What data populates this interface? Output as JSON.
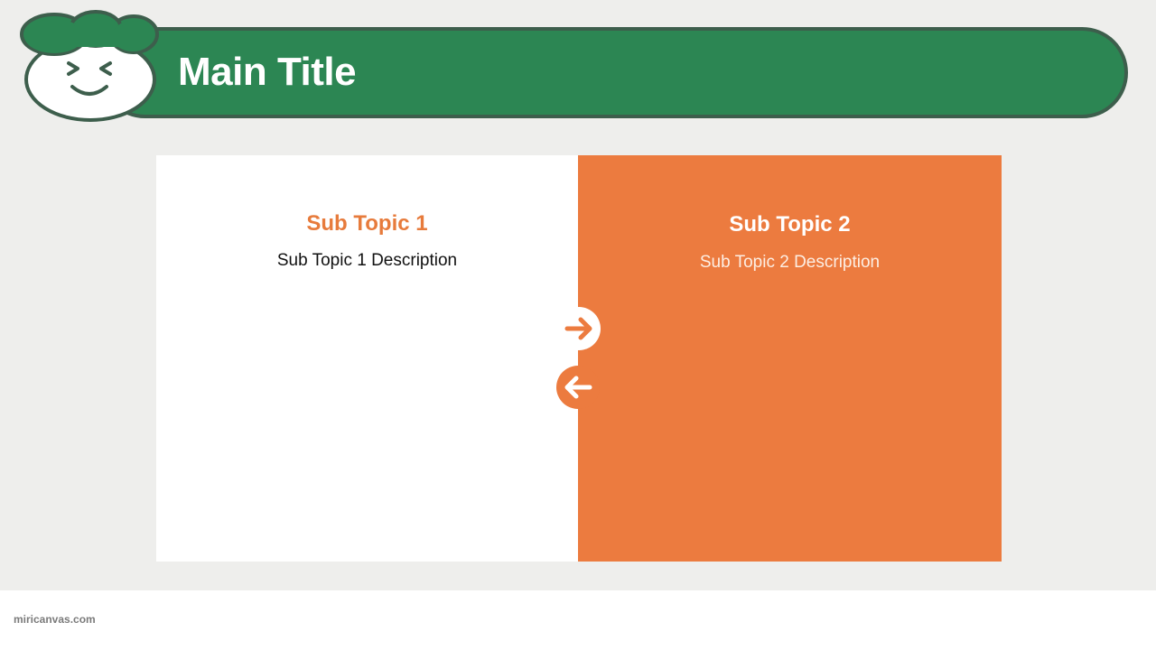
{
  "header": {
    "title": "Main Title",
    "bar_color": "#2c8653"
  },
  "mascot": {
    "icon": "smiling-face-mascot-icon"
  },
  "topics": [
    {
      "title": "Sub Topic 1",
      "description": "Sub Topic 1 Description"
    },
    {
      "title": "Sub Topic 2",
      "description": "Sub Topic 2 Description"
    }
  ],
  "arrows": {
    "forward_icon": "arrow-right-icon",
    "back_icon": "arrow-left-icon"
  },
  "colors": {
    "accent": "#ec7b3f",
    "brand_green": "#2c8653",
    "background": "#eeeeec"
  },
  "footer": {
    "brand": "miricanvas.com"
  }
}
